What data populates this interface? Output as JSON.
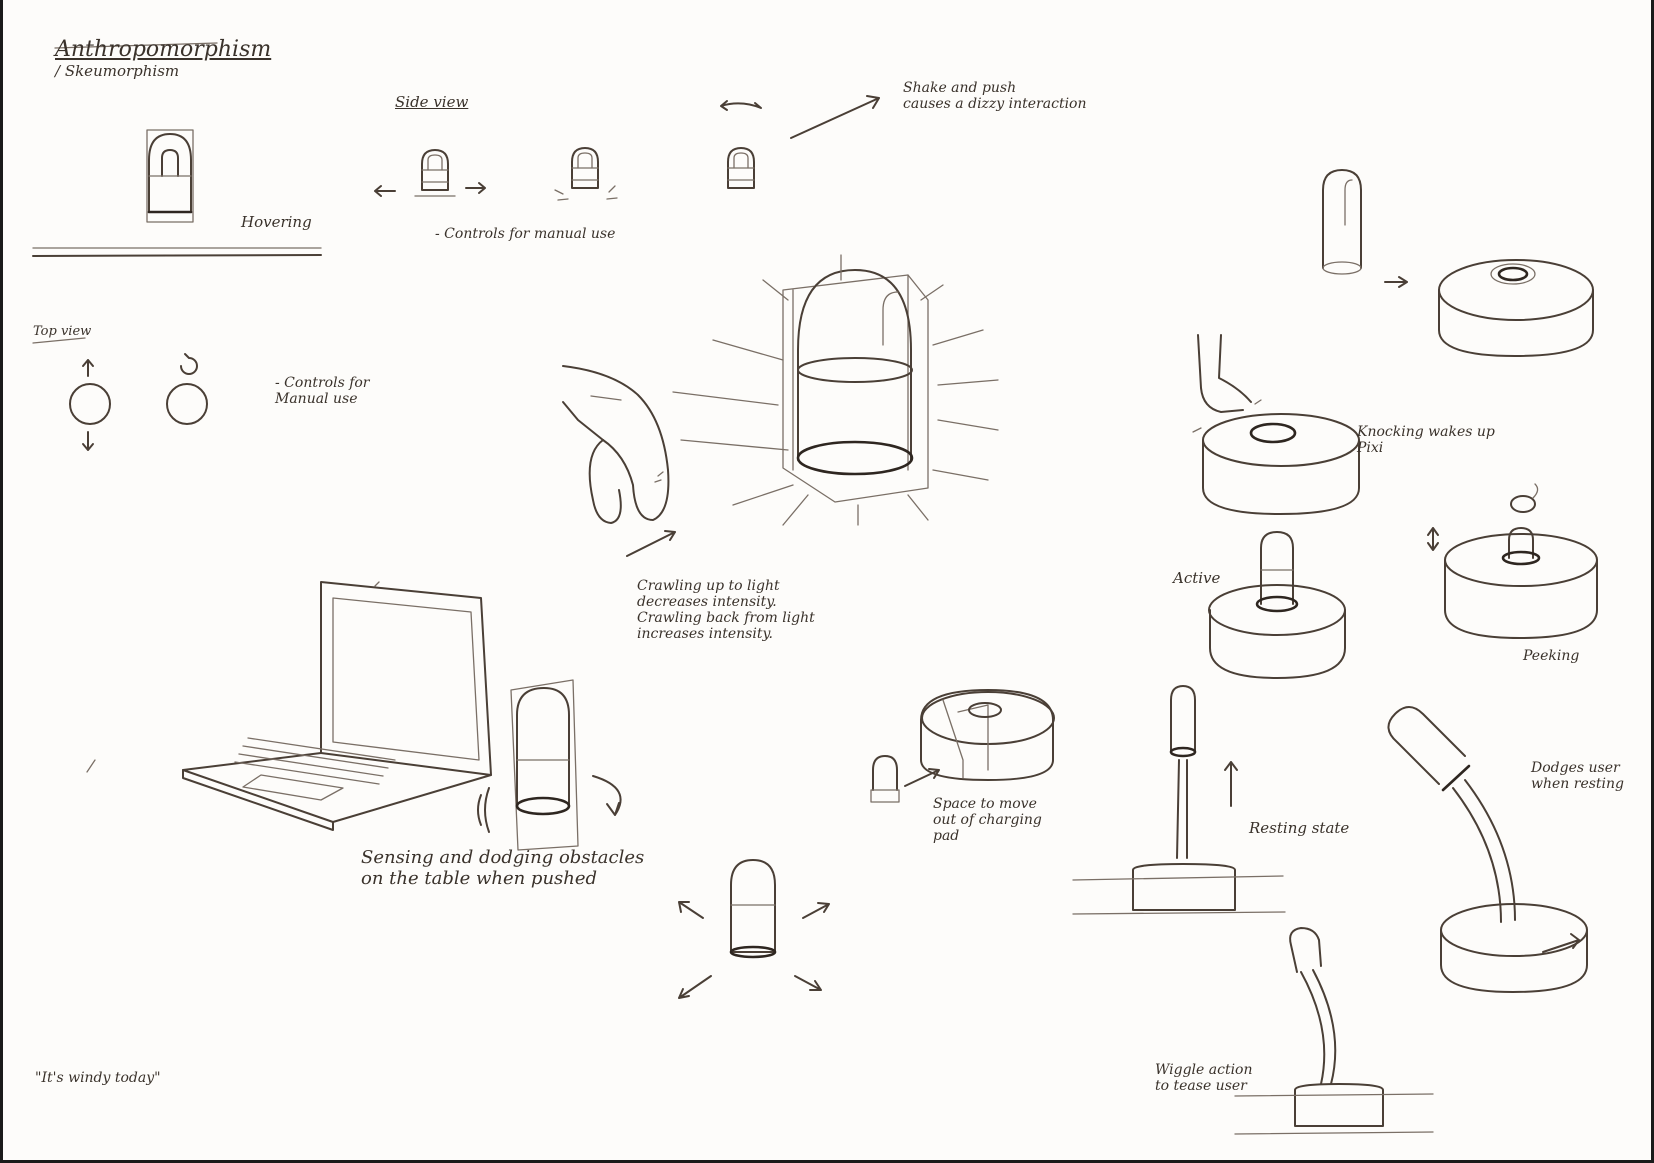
{
  "title": {
    "main": "Anthropomorphism",
    "sub": "/ Skeumorphism"
  },
  "notes": {
    "hovering": "Hovering",
    "side_view": "Side view",
    "controls_side": "- Controls for manual use",
    "shake": "Shake and push\ncauses a dizzy interaction",
    "top_view": "Top view",
    "controls_top": "- Controls for\nManual use",
    "crawling": "Crawling up to light\ndecreases intensity.\nCrawling back from light\nincreases intensity.",
    "sensing": "Sensing and dodging obstacles\non the table when pushed",
    "space": "Space to move\nout of charging\npad",
    "knocking": "Knocking wakes up\nPixi",
    "active": "Active",
    "peeking": "Peeking",
    "resting": "Resting state",
    "dodges": "Dodges user\nwhen resting",
    "wiggle": "Wiggle action\nto tease user",
    "windy": "\"It's windy today\""
  }
}
